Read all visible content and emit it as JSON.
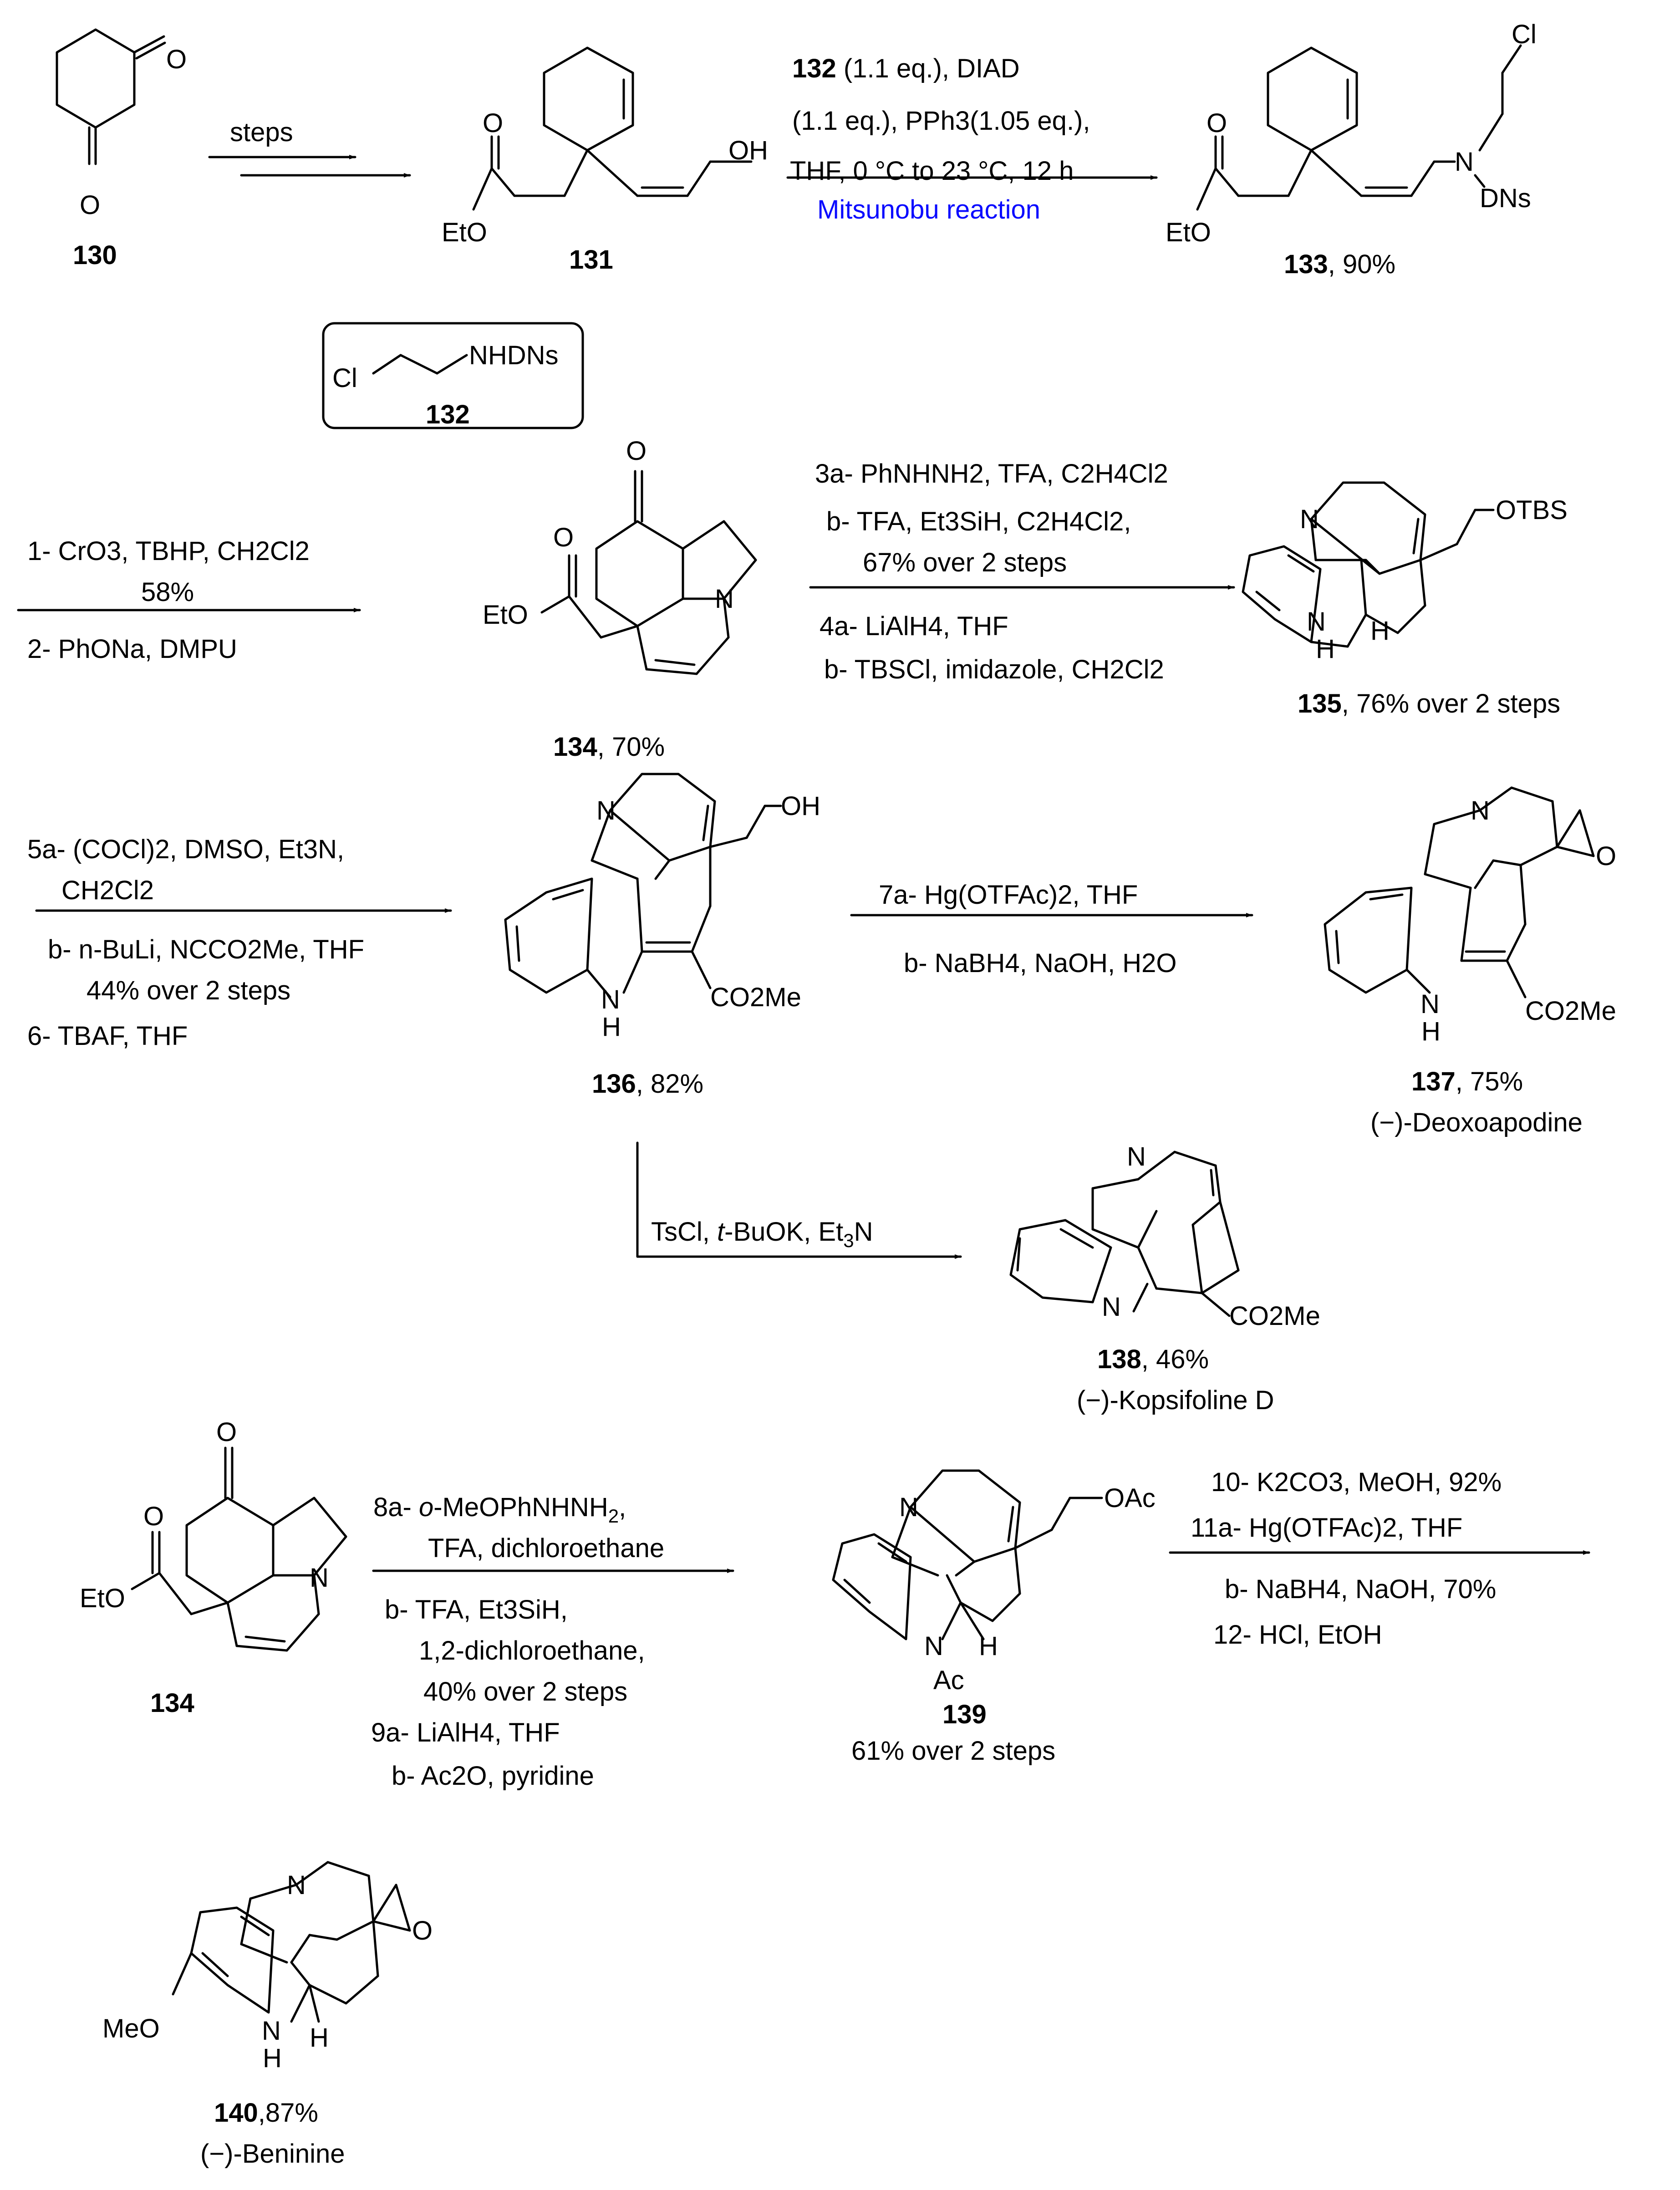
{
  "compounds": {
    "c130": {
      "num": "130"
    },
    "c131": {
      "num": "131"
    },
    "c132": {
      "num": "132"
    },
    "c133": {
      "num": "133",
      "yield": ", 90%"
    },
    "c134": {
      "num": "134",
      "yield": ", 70%"
    },
    "c134b": {
      "num": "134"
    },
    "c135": {
      "num": "135",
      "yield": ", 76% over 2 steps"
    },
    "c136": {
      "num": "136",
      "yield": ", 82%"
    },
    "c137": {
      "num": "137",
      "yield": ", 75%",
      "name": "(−)-Deoxoapodine"
    },
    "c138": {
      "num": "138",
      "yield": ", 46%",
      "name": "(−)-Kopsifoline D"
    },
    "c139": {
      "num": "139",
      "yield": "61% over 2 steps"
    },
    "c140": {
      "num": "140",
      "yield": ",87%",
      "name": "(−)-Beninine"
    }
  },
  "atoms": {
    "O": "O",
    "OH": "OH",
    "EtO": "EtO",
    "Cl": "Cl",
    "N": "N",
    "NH": "N",
    "H": "H",
    "DNs": "DNs",
    "NHDNs": "NHDNs",
    "OTBS": "OTBS",
    "CO2Me": "CO2Me",
    "OAc": "OAc",
    "Ac": "Ac",
    "MeO": "MeO"
  },
  "conditions": {
    "step0": "steps",
    "mitsunobu": {
      "line1_num": "132",
      "line1": " (1.1 eq.), DIAD",
      "line2": "(1.1 eq.), PPh3(1.05 eq.),",
      "line3": "THF, 0 °C to 23 °C, 12 h",
      "name": "Mitsunobu reaction"
    },
    "step1": {
      "l1": "1- CrO3, TBHP, CH2Cl2",
      "l2": "58%",
      "l3": "2- PhONa, DMPU"
    },
    "step3": {
      "l1": "3a- PhNHNH2, TFA, C2H4Cl2",
      "l2": "b- TFA, Et3SiH, C2H4Cl2,",
      "l3": "67% over 2 steps",
      "l4": "4a- LiAlH4, THF",
      "l5": "b- TBSCl, imidazole, CH2Cl2"
    },
    "step5": {
      "l1": "5a- (COCl)2, DMSO, Et3N,",
      "l2": "CH2Cl2",
      "l3": "b- n-BuLi, NCCO2Me, THF",
      "l4": "44% over 2 steps",
      "l5": "6- TBAF, THF"
    },
    "step7": {
      "l1": "7a- Hg(OTFAc)2, THF",
      "l2": "b- NaBH4, NaOH, H2O"
    },
    "stepTs": "TsCl, t-BuOK, Et3N",
    "step8": {
      "l1": "8a- o-MeOPhNHNH2,",
      "l2": "TFA, dichloroethane",
      "l3": "b- TFA, Et3SiH,",
      "l4": "1,2-dichloroethane,",
      "l5": "40% over 2 steps",
      "l6": "9a- LiAlH4, THF",
      "l7": "b- Ac2O, pyridine"
    },
    "step10": {
      "l1": "10- K2CO3, MeOH, 92%",
      "l2": "11a- Hg(OTFAc)2, THF",
      "l3": "b- NaBH4, NaOH, 70%",
      "l4": "12- HCl, EtOH"
    }
  },
  "colors": {
    "ink": "#000000",
    "highlight": "#0a0aff",
    "background": "#ffffff"
  }
}
